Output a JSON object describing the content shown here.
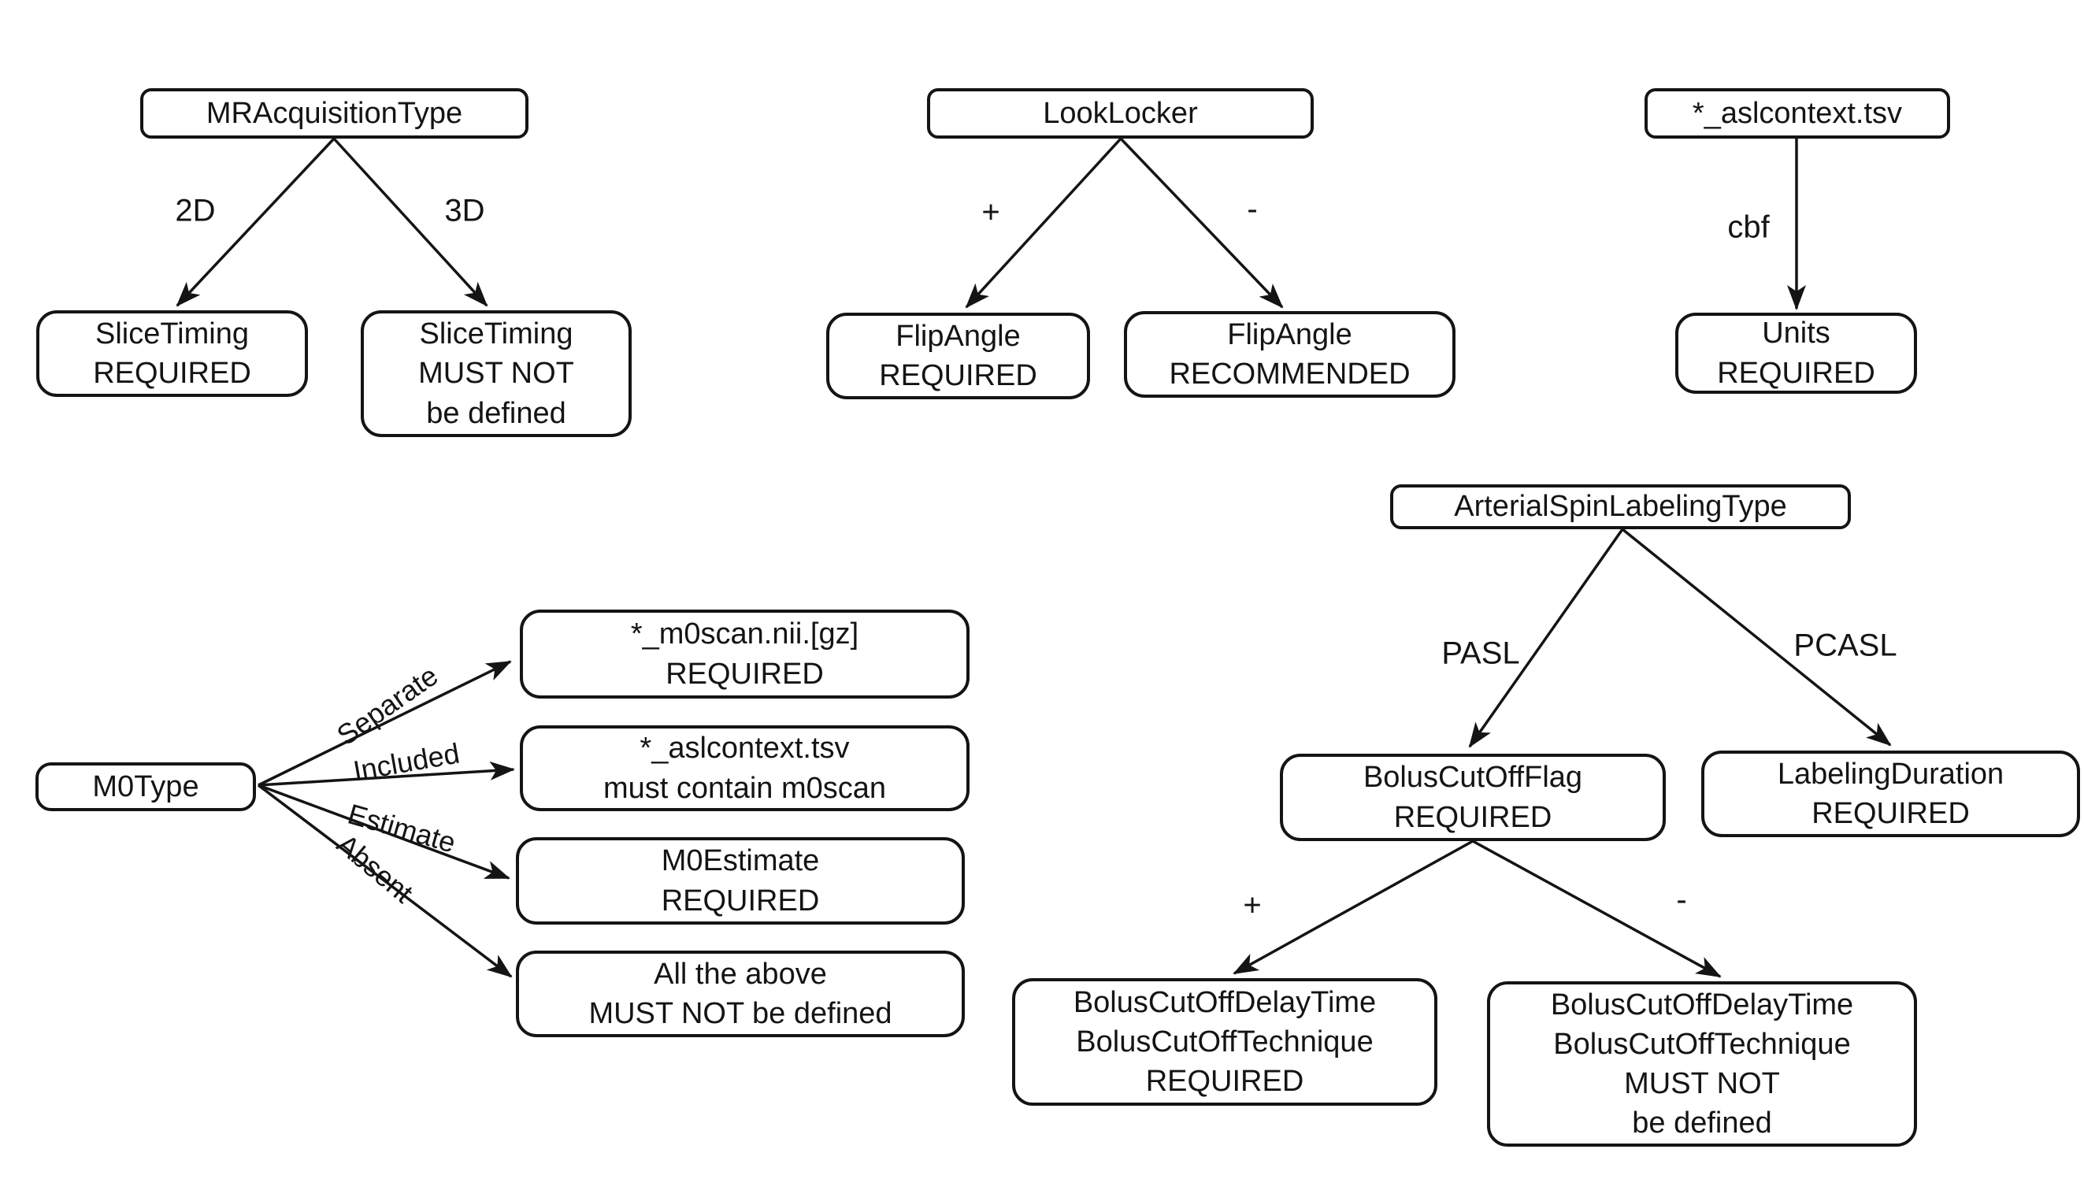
{
  "colors": {
    "ink": "#141414",
    "background": "#ffffff"
  },
  "trees": {
    "mr_acquisition": {
      "root": "MRAcquisitionType",
      "edges": {
        "two_d": "2D",
        "three_d": "3D"
      },
      "leaves": {
        "slice_timing_required": "SliceTiming\nREQUIRED",
        "slice_timing_must_not": "SliceTiming\nMUST NOT\nbe defined"
      }
    },
    "look_locker": {
      "root": "LookLocker",
      "edges": {
        "plus": "+",
        "minus": "-"
      },
      "leaves": {
        "flip_angle_required": "FlipAngle\nREQUIRED",
        "flip_angle_recommended": "FlipAngle\nRECOMMENDED"
      }
    },
    "aslcontext": {
      "root": "*_aslcontext.tsv",
      "edges": {
        "cbf": "cbf"
      },
      "leaves": {
        "units_required": "Units\nREQUIRED"
      }
    },
    "m0type": {
      "root": "M0Type",
      "edges": {
        "separate": "Separate",
        "included": "Included",
        "estimate": "Estimate",
        "absent": "Absent"
      },
      "leaves": {
        "m0scan_required": "*_m0scan.nii.[gz]\nREQUIRED",
        "aslcontext_m0scan": "*_aslcontext.tsv\nmust contain m0scan",
        "m0estimate_required": "M0Estimate\nREQUIRED",
        "all_above_must_not": "All the above\nMUST NOT be defined"
      }
    },
    "asl_type": {
      "root": "ArterialSpinLabelingType",
      "edges": {
        "pasl": "PASL",
        "pcasl": "PCASL",
        "plus": "+",
        "minus": "-"
      },
      "leaves": {
        "bolus_cutoff_flag_required": "BolusCutOffFlag\nREQUIRED",
        "labeling_duration_required": "LabelingDuration\nREQUIRED",
        "bolus_cutoff_required": "BolusCutOffDelayTime\nBolusCutOffTechnique\nREQUIRED",
        "bolus_cutoff_must_not": "BolusCutOffDelayTime\nBolusCutOffTechnique\nMUST NOT\nbe defined"
      }
    }
  }
}
